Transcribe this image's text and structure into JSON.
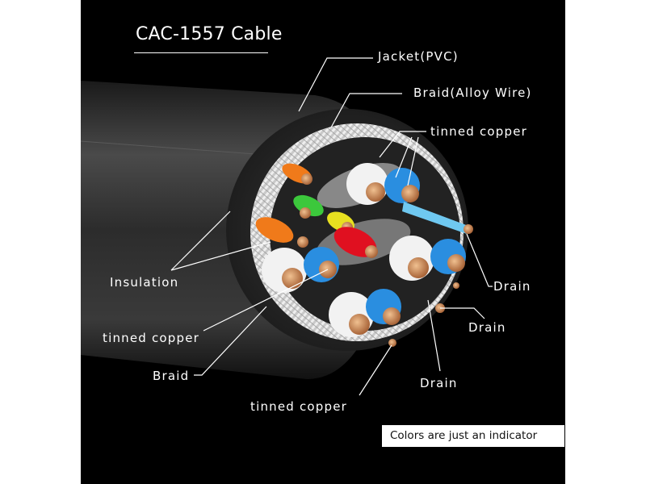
{
  "title": "CAC-1557 Cable",
  "labels": {
    "jacket": "Jacket(PVC)",
    "braid_alloy": "Braid(Alloy Wire)",
    "tinned_copper_top": "tinned copper",
    "insulation": "Insulation",
    "drain_1": "Drain",
    "tinned_copper_left": "tinned copper",
    "drain_2": "Drain",
    "braid": "Braid",
    "drain_3": "Drain",
    "tinned_copper_bottom": "tinned copper"
  },
  "note": "Colors are just an indicator",
  "colors": {
    "background": "#000000",
    "jacket": "#2a2a2a",
    "braid": "#d9d9d9",
    "orange": "#f07a1a",
    "green": "#3cc83c",
    "yellow": "#e8e020",
    "red": "#e01020",
    "blue": "#2a8ee0",
    "light_blue": "#6fc8f0",
    "white_insulation": "#f2f2f2",
    "copper": "#c8875a",
    "foil": "#a8a8a8"
  }
}
